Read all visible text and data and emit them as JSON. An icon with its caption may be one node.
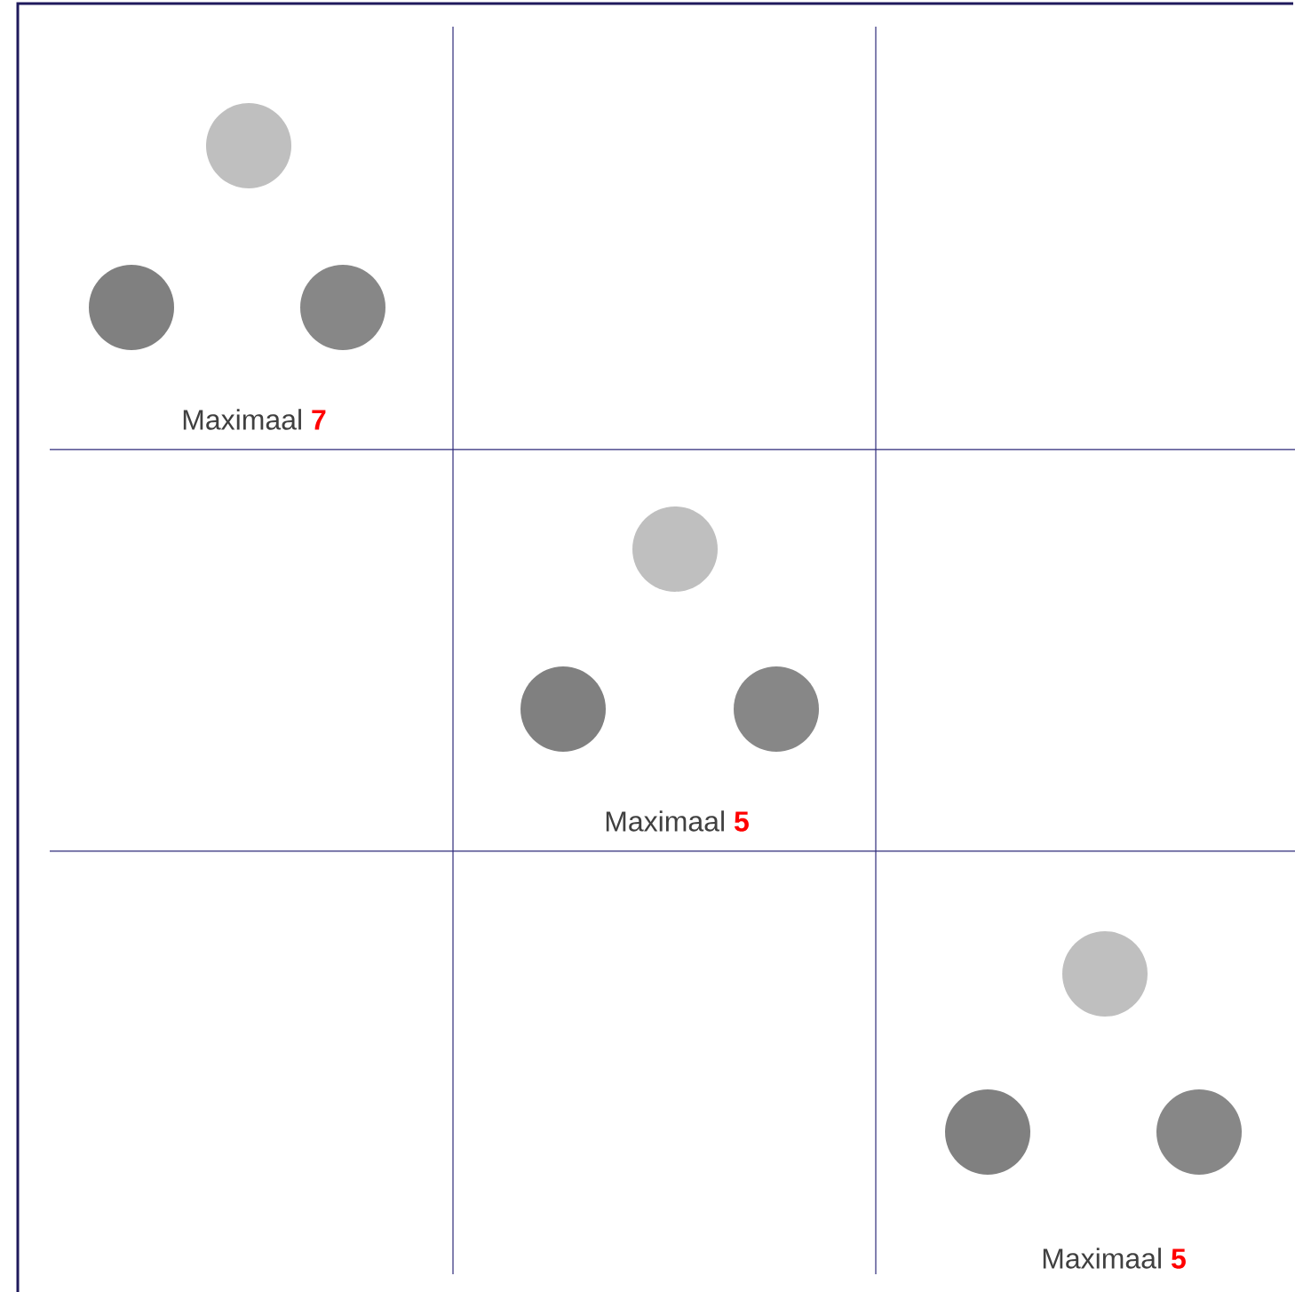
{
  "diagram": {
    "labels": [
      "Maximaal **7**",
      "Maximaal **5**",
      "Maximaal **5**"
    ]
  }
}
